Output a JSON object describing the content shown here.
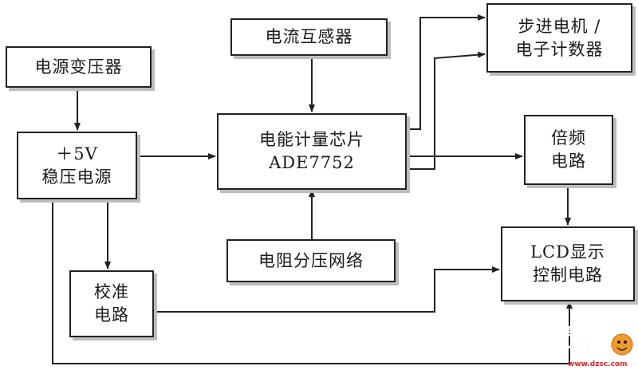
{
  "blocks": {
    "transformer": "电源变压器",
    "psu": [
      "＋5V",
      "稳压电源"
    ],
    "current_transformer": "电流互感器",
    "ade": [
      "电能计量芯片",
      "ADE7752"
    ],
    "stepper": [
      "步进电机 /",
      "电子计数器"
    ],
    "multiplier": [
      "倍频",
      "电路"
    ],
    "calibration": [
      "校准",
      "电路"
    ],
    "divider": "电阻分压网络",
    "lcd": [
      "LCD显示",
      "控制电路"
    ]
  },
  "watermark": {
    "top": "接线图",
    "brand": "维库一下",
    "url": "www.dzsc.com"
  },
  "colors": {
    "line": "#222222",
    "shadow": "#bdbdbd",
    "wm_red": "#e8232a",
    "wm_orange": "#f29a2e"
  }
}
